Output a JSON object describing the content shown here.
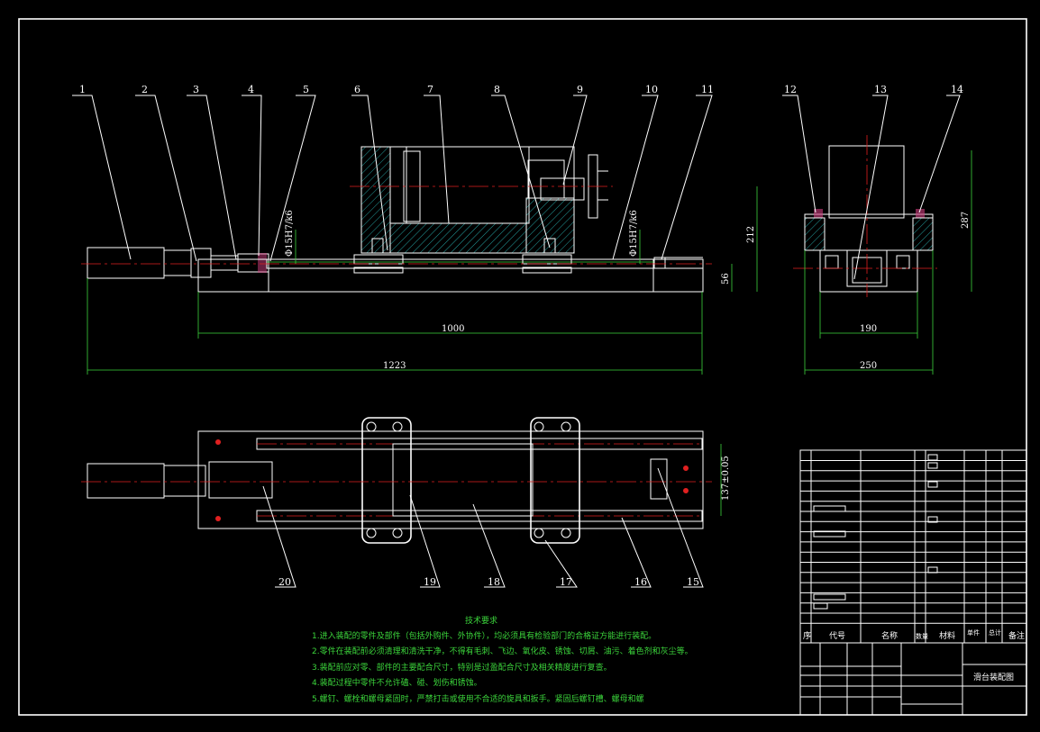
{
  "balloons": [
    "1",
    "2",
    "3",
    "4",
    "5",
    "6",
    "7",
    "8",
    "9",
    "10",
    "11",
    "12",
    "13",
    "14"
  ],
  "balloons_bottom": [
    "20",
    "19",
    "18",
    "17",
    "16",
    "15"
  ],
  "dims": {
    "d1000": "1000",
    "d1223": "1223",
    "d190": "190",
    "d250": "250",
    "d212": "212",
    "d56": "56",
    "d287": "287",
    "dfit1": "Φ15H7/k6",
    "dfit2": "Φ15H7/k6",
    "dtol": "137±0.05"
  },
  "notes": {
    "heading": "技术要求",
    "lines": [
      "1.进入装配的零件及部件（包括外购件、外协件），均必须具有检验部门的合格证方能进行装配。",
      "2.零件在装配前必须清理和清洗干净，不得有毛刺、飞边、氧化皮、锈蚀、切屑、油污、着色剂和灰尘等。",
      "3.装配前应对零、部件的主要配合尺寸，特别是过盈配合尺寸及相关精度进行复查。",
      "4.装配过程中零件不允许磕、碰、划伤和锈蚀。",
      "5.螺钉、螺栓和螺母紧固时，严禁打击或使用不合适的旋具和扳手。紧固后螺钉槽、螺母和螺"
    ]
  },
  "titleblock": {
    "col_code": "代号",
    "col_name": "名称",
    "col_qty": "数量",
    "col_material": "材料",
    "col_weight_single": "单件",
    "col_weight_total": "总计",
    "col_remark": "备注",
    "drawing_title": "滑台装配图"
  },
  "colors": {
    "background": "#000000",
    "line": "#ffffff",
    "dimension": "#3bd43b",
    "centerline": "#e02020",
    "accent": "#d04080"
  }
}
